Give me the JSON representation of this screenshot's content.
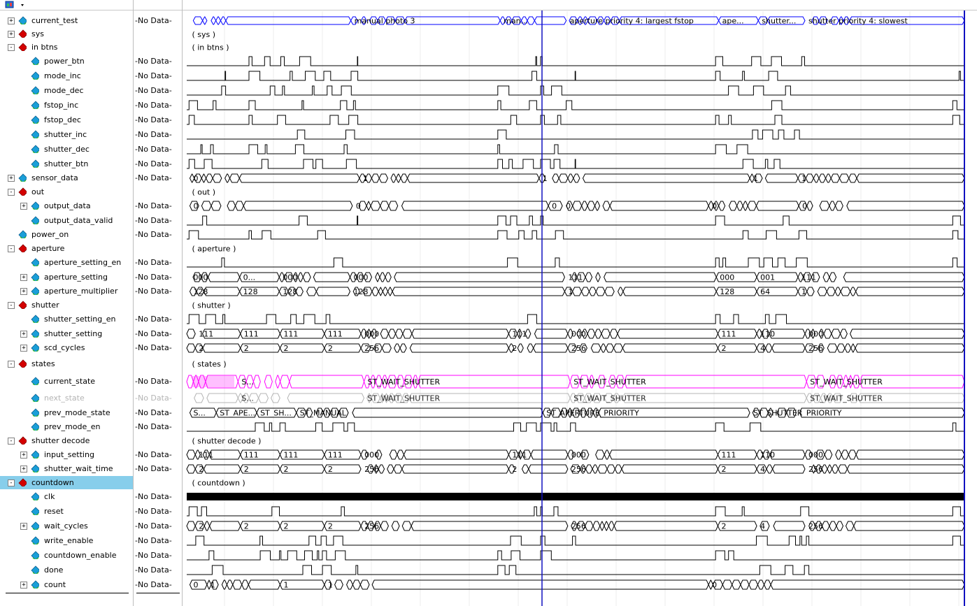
{
  "toolbar": {
    "menu_icon": "waveform-menu-icon",
    "dropdown_icon": "chevron-down-icon"
  },
  "colors": {
    "bus": "#0000ff",
    "state": "#ff00ff",
    "dim": "#b4b4b4",
    "cursor": "#1010c0",
    "group": "#d40000",
    "signal": "#1a9fd8",
    "selected_row": "#87ceeb"
  },
  "value_text": "-No Data-",
  "signals": [
    {
      "name": "current_test",
      "kind": "bus",
      "exp": "+",
      "indent": 0,
      "labels": [
        {
          "t": "manual photo 3",
          "at": 0.211
        },
        {
          "t": "man...",
          "at": 0.403
        },
        {
          "t": "aperture priority 4: largest fstop",
          "at": 0.488
        },
        {
          "t": "ape...",
          "at": 0.684
        },
        {
          "t": "shutter...",
          "at": 0.735
        },
        {
          "t": "shutter priority 4: slowest",
          "at": 0.795
        }
      ]
    },
    {
      "name": "sys",
      "kind": "group",
      "exp": "+",
      "indent": 0,
      "labels": [
        {
          "t": "( sys )",
          "at": 0.004
        }
      ]
    },
    {
      "name": "in btns",
      "kind": "group",
      "exp": "-",
      "indent": 0,
      "labels": [
        {
          "t": "( in btns )",
          "at": 0.004
        }
      ]
    },
    {
      "name": "power_btn",
      "kind": "bit",
      "exp": "",
      "indent": 1
    },
    {
      "name": "mode_inc",
      "kind": "bit",
      "exp": "",
      "indent": 1
    },
    {
      "name": "mode_dec",
      "kind": "bit",
      "exp": "",
      "indent": 1
    },
    {
      "name": "fstop_inc",
      "kind": "bit",
      "exp": "",
      "indent": 1
    },
    {
      "name": "fstop_dec",
      "kind": "bit",
      "exp": "",
      "indent": 1
    },
    {
      "name": "shutter_inc",
      "kind": "bit",
      "exp": "",
      "indent": 1
    },
    {
      "name": "shutter_dec",
      "kind": "bit",
      "exp": "",
      "indent": 1
    },
    {
      "name": "shutter_btn",
      "kind": "bit",
      "exp": "",
      "indent": 1
    },
    {
      "name": "sensor_data",
      "kind": "bus",
      "exp": "+",
      "indent": 0,
      "labels": [
        {
          "t": "0",
          "at": 0.004
        },
        {
          "t": "1",
          "at": 0.222
        },
        {
          "t": "1",
          "at": 0.453
        },
        {
          "t": "1",
          "at": 0.724
        },
        {
          "t": "1",
          "at": 0.786
        }
      ]
    },
    {
      "name": "out",
      "kind": "group",
      "exp": "-",
      "indent": 0,
      "labels": [
        {
          "t": "( out )",
          "at": 0.004
        }
      ]
    },
    {
      "name": "output_data",
      "kind": "bus",
      "exp": "+",
      "indent": 1,
      "labels": [
        {
          "t": "0",
          "at": 0.004
        },
        {
          "t": "0",
          "at": 0.213
        },
        {
          "t": "0",
          "at": 0.465
        },
        {
          "t": "0",
          "at": 0.483
        },
        {
          "t": "0",
          "at": 0.671
        },
        {
          "t": "0",
          "at": 0.787
        }
      ]
    },
    {
      "name": "output_data_valid",
      "kind": "bit",
      "exp": "",
      "indent": 1
    },
    {
      "name": "power_on",
      "kind": "bit",
      "exp": "",
      "indent": 0
    },
    {
      "name": "aperture",
      "kind": "group",
      "exp": "-",
      "indent": 0,
      "labels": [
        {
          "t": "( aperture )",
          "at": 0.004
        }
      ]
    },
    {
      "name": "aperture_setting_en",
      "kind": "bit",
      "exp": "",
      "indent": 1
    },
    {
      "name": "aperture_setting",
      "kind": "bus",
      "exp": "+",
      "indent": 1,
      "labels": [
        {
          "t": "000",
          "at": 0.004
        },
        {
          "t": "0...",
          "at": 0.068
        },
        {
          "t": "000",
          "at": 0.119
        },
        {
          "t": "000",
          "at": 0.21
        },
        {
          "t": "111",
          "at": 0.486
        },
        {
          "t": "000",
          "at": 0.681
        },
        {
          "t": "001",
          "at": 0.733
        },
        {
          "t": "111",
          "at": 0.786
        }
      ]
    },
    {
      "name": "aperture_multiplier",
      "kind": "bus",
      "exp": "+",
      "indent": 1,
      "labels": [
        {
          "t": "128",
          "at": 0.004
        },
        {
          "t": "128",
          "at": 0.068
        },
        {
          "t": "128",
          "at": 0.119
        },
        {
          "t": "128",
          "at": 0.21
        },
        {
          "t": "1",
          "at": 0.486
        },
        {
          "t": "128",
          "at": 0.681
        },
        {
          "t": "64",
          "at": 0.733
        },
        {
          "t": "1",
          "at": 0.786
        }
      ]
    },
    {
      "name": "shutter",
      "kind": "group",
      "exp": "-",
      "indent": 0,
      "labels": [
        {
          "t": "( shutter )",
          "at": 0.004
        }
      ]
    },
    {
      "name": "shutter_setting_en",
      "kind": "bit",
      "exp": "",
      "indent": 1
    },
    {
      "name": "shutter_setting",
      "kind": "bus",
      "exp": "+",
      "indent": 1,
      "labels": [
        {
          "t": "111",
          "at": 0.011
        },
        {
          "t": "111",
          "at": 0.069
        },
        {
          "t": "111",
          "at": 0.12
        },
        {
          "t": "111",
          "at": 0.177
        },
        {
          "t": "000",
          "at": 0.224
        },
        {
          "t": "111",
          "at": 0.414
        },
        {
          "t": "000",
          "at": 0.49
        },
        {
          "t": "111",
          "at": 0.683
        },
        {
          "t": "110",
          "at": 0.733
        },
        {
          "t": "000",
          "at": 0.795
        }
      ]
    },
    {
      "name": "scd_cycles",
      "kind": "bus",
      "exp": "+",
      "indent": 1,
      "labels": [
        {
          "t": "2",
          "at": 0.011
        },
        {
          "t": "2",
          "at": 0.069
        },
        {
          "t": "2",
          "at": 0.12
        },
        {
          "t": "2",
          "at": 0.177
        },
        {
          "t": "256",
          "at": 0.224
        },
        {
          "t": "2",
          "at": 0.414
        },
        {
          "t": "256",
          "at": 0.49
        },
        {
          "t": "2",
          "at": 0.683
        },
        {
          "t": "4",
          "at": 0.733
        },
        {
          "t": "256",
          "at": 0.795
        }
      ]
    },
    {
      "name": "states",
      "kind": "group",
      "exp": "-",
      "indent": 0,
      "labels": [
        {
          "t": "( states )",
          "at": 0.004
        }
      ]
    },
    {
      "name": "current_state",
      "kind": "state",
      "exp": "",
      "indent": 1,
      "labels": [
        {
          "t": "S...",
          "at": 0.066
        },
        {
          "t": "ST_WAIT_SHUTTER",
          "at": 0.228
        },
        {
          "t": "ST_WAIT_SHUTTER",
          "at": 0.493
        },
        {
          "t": "ST_WAIT_SHUTTER",
          "at": 0.797
        }
      ]
    },
    {
      "name": "next_state",
      "kind": "dim",
      "exp": "",
      "indent": 1,
      "labels": [
        {
          "t": "S...",
          "at": 0.066
        },
        {
          "t": "ST_WAIT_SHUTTER",
          "at": 0.228
        },
        {
          "t": "ST_WAIT_SHUTTER",
          "at": 0.493
        },
        {
          "t": "ST_WAIT_SHUTTER",
          "at": 0.797
        }
      ]
    },
    {
      "name": "prev_mode_state",
      "kind": "bus",
      "exp": "",
      "indent": 1,
      "labels": [
        {
          "t": "S...",
          "at": 0.004
        },
        {
          "t": "ST_APE...",
          "at": 0.038
        },
        {
          "t": "ST_SH...",
          "at": 0.09
        },
        {
          "t": "ST_MANUAL",
          "at": 0.141
        },
        {
          "t": "ST_APERTURE_PRIORITY",
          "at": 0.458
        },
        {
          "t": "ST_SHUTTER_PRIORITY",
          "at": 0.724
        }
      ]
    },
    {
      "name": "prev_mode_en",
      "kind": "bit",
      "exp": "",
      "indent": 1
    },
    {
      "name": "shutter decode",
      "kind": "group",
      "exp": "-",
      "indent": 0,
      "labels": [
        {
          "t": "( shutter decode )",
          "at": 0.004
        }
      ]
    },
    {
      "name": "input_setting",
      "kind": "bus",
      "exp": "+",
      "indent": 1,
      "labels": [
        {
          "t": "111",
          "at": 0.011
        },
        {
          "t": "111",
          "at": 0.069
        },
        {
          "t": "111",
          "at": 0.12
        },
        {
          "t": "111",
          "at": 0.177
        },
        {
          "t": "000",
          "at": 0.224
        },
        {
          "t": "111",
          "at": 0.414
        },
        {
          "t": "000",
          "at": 0.49
        },
        {
          "t": "111",
          "at": 0.683
        },
        {
          "t": "110",
          "at": 0.733
        },
        {
          "t": "000",
          "at": 0.795
        }
      ]
    },
    {
      "name": "shutter_wait_time",
      "kind": "bus",
      "exp": "+",
      "indent": 1,
      "labels": [
        {
          "t": "2",
          "at": 0.011
        },
        {
          "t": "2",
          "at": 0.069
        },
        {
          "t": "2",
          "at": 0.12
        },
        {
          "t": "2",
          "at": 0.177
        },
        {
          "t": "256",
          "at": 0.224
        },
        {
          "t": "2",
          "at": 0.414
        },
        {
          "t": "256",
          "at": 0.49
        },
        {
          "t": "2",
          "at": 0.683
        },
        {
          "t": "4",
          "at": 0.733
        },
        {
          "t": "256",
          "at": 0.795
        }
      ]
    },
    {
      "name": "countdown",
      "kind": "group",
      "exp": "-",
      "indent": 0,
      "selected": true,
      "labels": [
        {
          "t": "( countdown )",
          "at": 0.004
        }
      ]
    },
    {
      "name": "clk",
      "kind": "clock",
      "exp": "",
      "indent": 1
    },
    {
      "name": "reset",
      "kind": "bit",
      "exp": "",
      "indent": 1
    },
    {
      "name": "wait_cycles",
      "kind": "bus",
      "exp": "+",
      "indent": 1,
      "labels": [
        {
          "t": "2",
          "at": 0.011
        },
        {
          "t": "2",
          "at": 0.069
        },
        {
          "t": "2",
          "at": 0.12
        },
        {
          "t": "2",
          "at": 0.177
        },
        {
          "t": "256",
          "at": 0.224
        },
        {
          "t": "256",
          "at": 0.49
        },
        {
          "t": "2",
          "at": 0.683
        },
        {
          "t": "4",
          "at": 0.733
        },
        {
          "t": "256",
          "at": 0.795
        }
      ]
    },
    {
      "name": "write_enable",
      "kind": "bit",
      "exp": "",
      "indent": 1
    },
    {
      "name": "countdown_enable",
      "kind": "bit",
      "exp": "",
      "indent": 1
    },
    {
      "name": "done",
      "kind": "bit",
      "exp": "",
      "indent": 1
    },
    {
      "name": "count",
      "kind": "bus",
      "exp": "+",
      "indent": 1,
      "labels": [
        {
          "t": "0",
          "at": 0.004
        },
        {
          "t": "1",
          "at": 0.026
        },
        {
          "t": "1",
          "at": 0.12
        },
        {
          "t": "1",
          "at": 0.177
        },
        {
          "t": "0",
          "at": 0.671
        }
      ]
    }
  ]
}
